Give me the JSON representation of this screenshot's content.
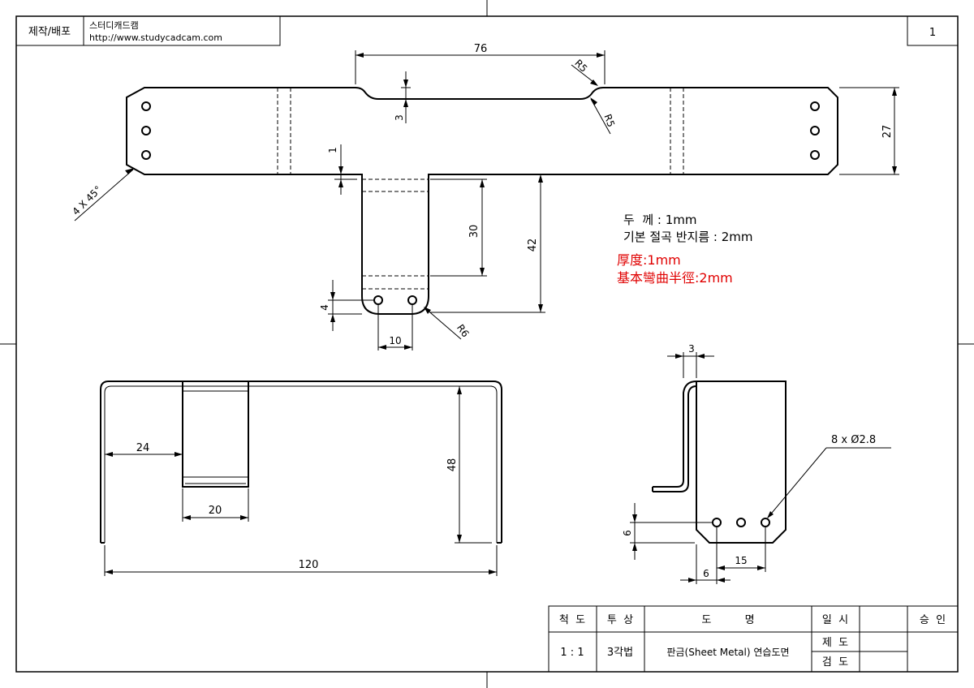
{
  "header": {
    "label": "제작/배포",
    "company": "스터디캐드캠",
    "url": "http://www.studycadcam.com",
    "sheet_number": "1"
  },
  "notes": {
    "thickness_ko": "두  께 : 1mm",
    "bend_radius_ko": "기본 절곡 반지름 : 2mm",
    "thickness_cn": "厚度:1mm",
    "bend_radius_cn": "基本彎曲半徑:2mm"
  },
  "dimensions": {
    "top_width": "76",
    "r5_a": "R5",
    "r5_b": "R5",
    "notch_depth": "3",
    "height": "27",
    "step": "1",
    "chamfer": "4 X 45°",
    "tab_30": "30",
    "tab_42": "42",
    "hole_4": "4",
    "hole_10": "10",
    "r6": "R6",
    "front_24": "24",
    "front_20": "20",
    "front_48": "48",
    "front_120": "120",
    "side_3": "3",
    "holes": "8 x Ø2.8",
    "side_6v": "6",
    "side_15": "15",
    "side_6h": "6"
  },
  "title_block": {
    "scale_label": "척  도",
    "projection_label": "투  상",
    "drawing_name_label": "도          명",
    "date_label": "일  시",
    "approval_label": "승  인",
    "scale_value": "1 : 1",
    "projection_value": "3각법",
    "drawing_name": "판금(Sheet Metal) 연습도면",
    "drawn_label": "제  도",
    "checked_label": "검  도"
  },
  "colors": {
    "line": "#000000",
    "note_red": "#e00000"
  }
}
